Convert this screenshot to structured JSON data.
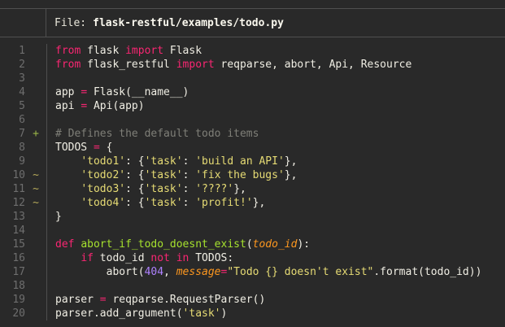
{
  "header": {
    "label": "File:",
    "path": "flask-restful/examples/todo.py"
  },
  "code": {
    "token_colors": {
      "pl": "#f0eee4",
      "kw": "#f92672",
      "str": "#e6db74",
      "com": "#7f7f78",
      "num": "#ae81ff",
      "fn": "#a6e22e",
      "param": "#fd971f"
    },
    "marker_colors": {
      "+": "#9ab648",
      "~": "#b5a95a"
    },
    "lines": [
      {
        "n": 1,
        "m": "",
        "tokens": [
          [
            "kw",
            "from"
          ],
          [
            "pl",
            " flask "
          ],
          [
            "kw",
            "import"
          ],
          [
            "pl",
            " Flask"
          ]
        ]
      },
      {
        "n": 2,
        "m": "",
        "tokens": [
          [
            "kw",
            "from"
          ],
          [
            "pl",
            " flask_restful "
          ],
          [
            "kw",
            "import"
          ],
          [
            "pl",
            " reqparse, abort, Api, Resource"
          ]
        ]
      },
      {
        "n": 3,
        "m": "",
        "tokens": []
      },
      {
        "n": 4,
        "m": "",
        "tokens": [
          [
            "pl",
            "app "
          ],
          [
            "kw",
            "="
          ],
          [
            "pl",
            " Flask(__name__)"
          ]
        ]
      },
      {
        "n": 5,
        "m": "",
        "tokens": [
          [
            "pl",
            "api "
          ],
          [
            "kw",
            "="
          ],
          [
            "pl",
            " Api(app)"
          ]
        ]
      },
      {
        "n": 6,
        "m": "",
        "tokens": []
      },
      {
        "n": 7,
        "m": "+",
        "tokens": [
          [
            "com",
            "# Defines the default todo items"
          ]
        ]
      },
      {
        "n": 8,
        "m": "",
        "tokens": [
          [
            "pl",
            "TODOS "
          ],
          [
            "kw",
            "="
          ],
          [
            "pl",
            " {"
          ]
        ]
      },
      {
        "n": 9,
        "m": "",
        "tokens": [
          [
            "pl",
            "    "
          ],
          [
            "str",
            "'todo1'"
          ],
          [
            "pl",
            ": {"
          ],
          [
            "str",
            "'task'"
          ],
          [
            "pl",
            ": "
          ],
          [
            "str",
            "'build an API'"
          ],
          [
            "pl",
            "},"
          ]
        ]
      },
      {
        "n": 10,
        "m": "~",
        "tokens": [
          [
            "pl",
            "    "
          ],
          [
            "str",
            "'todo2'"
          ],
          [
            "pl",
            ": {"
          ],
          [
            "str",
            "'task'"
          ],
          [
            "pl",
            ": "
          ],
          [
            "str",
            "'fix the bugs'"
          ],
          [
            "pl",
            "},"
          ]
        ]
      },
      {
        "n": 11,
        "m": "~",
        "tokens": [
          [
            "pl",
            "    "
          ],
          [
            "str",
            "'todo3'"
          ],
          [
            "pl",
            ": {"
          ],
          [
            "str",
            "'task'"
          ],
          [
            "pl",
            ": "
          ],
          [
            "str",
            "'????'"
          ],
          [
            "pl",
            "},"
          ]
        ]
      },
      {
        "n": 12,
        "m": "~",
        "tokens": [
          [
            "pl",
            "    "
          ],
          [
            "str",
            "'todo4'"
          ],
          [
            "pl",
            ": {"
          ],
          [
            "str",
            "'task'"
          ],
          [
            "pl",
            ": "
          ],
          [
            "str",
            "'profit!'"
          ],
          [
            "pl",
            "},"
          ]
        ]
      },
      {
        "n": 13,
        "m": "",
        "tokens": [
          [
            "pl",
            "}"
          ]
        ]
      },
      {
        "n": 14,
        "m": "",
        "tokens": []
      },
      {
        "n": 15,
        "m": "",
        "tokens": [
          [
            "kw",
            "def"
          ],
          [
            "pl",
            " "
          ],
          [
            "fn",
            "abort_if_todo_doesnt_exist"
          ],
          [
            "pl",
            "("
          ],
          [
            "param",
            "todo_id"
          ],
          [
            "pl",
            "):"
          ]
        ]
      },
      {
        "n": 16,
        "m": "",
        "tokens": [
          [
            "pl",
            "    "
          ],
          [
            "kw",
            "if"
          ],
          [
            "pl",
            " todo_id "
          ],
          [
            "kw",
            "not in"
          ],
          [
            "pl",
            " TODOS:"
          ]
        ]
      },
      {
        "n": 17,
        "m": "",
        "tokens": [
          [
            "pl",
            "        abort("
          ],
          [
            "num",
            "404"
          ],
          [
            "pl",
            ", "
          ],
          [
            "param",
            "message"
          ],
          [
            "kw",
            "="
          ],
          [
            "str",
            "\"Todo {} doesn't exist\""
          ],
          [
            "pl",
            ".format(todo_id))"
          ]
        ]
      },
      {
        "n": 18,
        "m": "",
        "tokens": []
      },
      {
        "n": 19,
        "m": "",
        "tokens": [
          [
            "pl",
            "parser "
          ],
          [
            "kw",
            "="
          ],
          [
            "pl",
            " reqparse.RequestParser()"
          ]
        ]
      },
      {
        "n": 20,
        "m": "",
        "tokens": [
          [
            "pl",
            "parser.add_argument("
          ],
          [
            "str",
            "'task'"
          ],
          [
            "pl",
            ")"
          ]
        ]
      }
    ]
  }
}
